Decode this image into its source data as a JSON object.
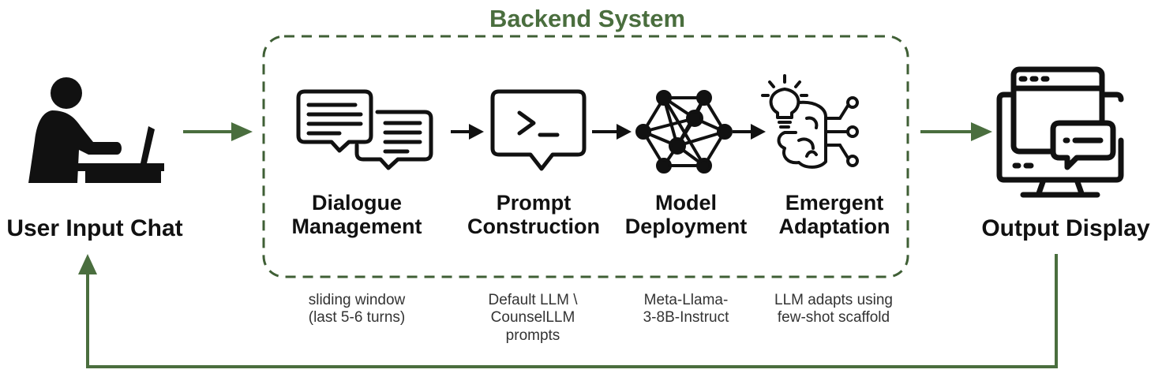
{
  "title": "Backend System",
  "colors": {
    "accent": "#4a6e3e",
    "ink": "#111111",
    "note": "#333333"
  },
  "nodes": {
    "user": {
      "label": "User Input Chat",
      "icon": "person-at-laptop-icon"
    },
    "output": {
      "label": "Output Display",
      "icon": "monitor-with-chat-icon"
    }
  },
  "steps": [
    {
      "line1": "Dialogue",
      "line2": "Management",
      "note": [
        "sliding window",
        "(last 5-6 turns)"
      ],
      "icon": "chat-bubbles-icon"
    },
    {
      "line1": "Prompt",
      "line2": "Construction",
      "note": [
        "Default LLM \\",
        "CounselLLM",
        "prompts"
      ],
      "icon": "terminal-prompt-icon"
    },
    {
      "line1": "Model",
      "line2": "Deployment",
      "note": [
        "Meta-Llama-",
        "3-8B-Instruct"
      ],
      "icon": "network-graph-icon"
    },
    {
      "line1": "Emergent",
      "line2": "Adaptation",
      "note": [
        "LLM adapts using",
        "few-shot scaffold"
      ],
      "icon": "brain-lightbulb-icon"
    }
  ]
}
